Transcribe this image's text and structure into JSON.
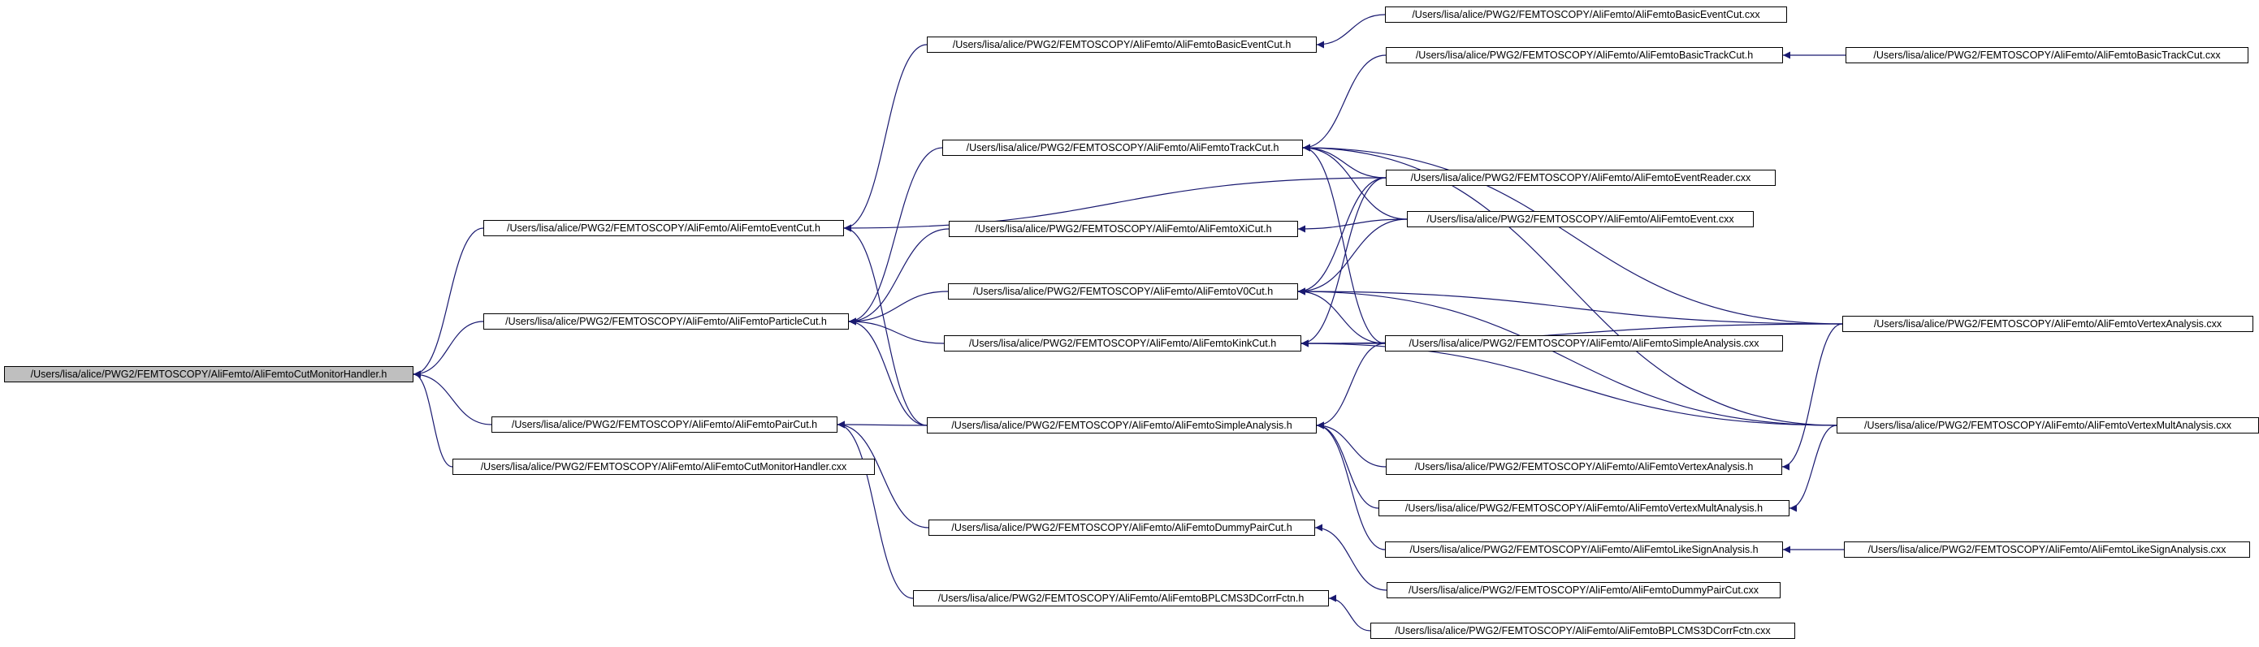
{
  "colors": {
    "edge": "#191970",
    "node_border": "#000000",
    "node_fill": "#ffffff",
    "root_fill": "#bfbfbf"
  },
  "nodes": [
    {
      "id": "cutmon_h",
      "label": "/Users/lisa/alice/PWG2/FEMTOSCOPY/AliFemto/AliFemtoCutMonitorHandler.h",
      "root": true
    },
    {
      "id": "eventcut_h",
      "label": "/Users/lisa/alice/PWG2/FEMTOSCOPY/AliFemto/AliFemtoEventCut.h"
    },
    {
      "id": "particlecut_h",
      "label": "/Users/lisa/alice/PWG2/FEMTOSCOPY/AliFemto/AliFemtoParticleCut.h"
    },
    {
      "id": "paircut_h",
      "label": "/Users/lisa/alice/PWG2/FEMTOSCOPY/AliFemto/AliFemtoPairCut.h"
    },
    {
      "id": "cutmon_cxx",
      "label": "/Users/lisa/alice/PWG2/FEMTOSCOPY/AliFemto/AliFemtoCutMonitorHandler.cxx"
    },
    {
      "id": "basiceventcut_h",
      "label": "/Users/lisa/alice/PWG2/FEMTOSCOPY/AliFemto/AliFemtoBasicEventCut.h"
    },
    {
      "id": "trackcut_h",
      "label": "/Users/lisa/alice/PWG2/FEMTOSCOPY/AliFemto/AliFemtoTrackCut.h"
    },
    {
      "id": "xicut_h",
      "label": "/Users/lisa/alice/PWG2/FEMTOSCOPY/AliFemto/AliFemtoXiCut.h"
    },
    {
      "id": "v0cut_h",
      "label": "/Users/lisa/alice/PWG2/FEMTOSCOPY/AliFemto/AliFemtoV0Cut.h"
    },
    {
      "id": "kinkcut_h",
      "label": "/Users/lisa/alice/PWG2/FEMTOSCOPY/AliFemto/AliFemtoKinkCut.h"
    },
    {
      "id": "simpleanalysis_h",
      "label": "/Users/lisa/alice/PWG2/FEMTOSCOPY/AliFemto/AliFemtoSimpleAnalysis.h"
    },
    {
      "id": "dummypaircut_h",
      "label": "/Users/lisa/alice/PWG2/FEMTOSCOPY/AliFemto/AliFemtoDummyPairCut.h"
    },
    {
      "id": "bplcms_h",
      "label": "/Users/lisa/alice/PWG2/FEMTOSCOPY/AliFemto/AliFemtoBPLCMS3DCorrFctn.h"
    },
    {
      "id": "basiceventcut_cxx",
      "label": "/Users/lisa/alice/PWG2/FEMTOSCOPY/AliFemto/AliFemtoBasicEventCut.cxx"
    },
    {
      "id": "basictrackcut_h",
      "label": "/Users/lisa/alice/PWG2/FEMTOSCOPY/AliFemto/AliFemtoBasicTrackCut.h"
    },
    {
      "id": "eventreader_cxx",
      "label": "/Users/lisa/alice/PWG2/FEMTOSCOPY/AliFemto/AliFemtoEventReader.cxx"
    },
    {
      "id": "event_cxx",
      "label": "/Users/lisa/alice/PWG2/FEMTOSCOPY/AliFemto/AliFemtoEvent.cxx"
    },
    {
      "id": "simpleanalysis_cxx",
      "label": "/Users/lisa/alice/PWG2/FEMTOSCOPY/AliFemto/AliFemtoSimpleAnalysis.cxx"
    },
    {
      "id": "vertexanalysis_h",
      "label": "/Users/lisa/alice/PWG2/FEMTOSCOPY/AliFemto/AliFemtoVertexAnalysis.h"
    },
    {
      "id": "vertexmultanalysis_h",
      "label": "/Users/lisa/alice/PWG2/FEMTOSCOPY/AliFemto/AliFemtoVertexMultAnalysis.h"
    },
    {
      "id": "likesignanalysis_h",
      "label": "/Users/lisa/alice/PWG2/FEMTOSCOPY/AliFemto/AliFemtoLikeSignAnalysis.h"
    },
    {
      "id": "dummypaircut_cxx",
      "label": "/Users/lisa/alice/PWG2/FEMTOSCOPY/AliFemto/AliFemtoDummyPairCut.cxx"
    },
    {
      "id": "bplcms_cxx",
      "label": "/Users/lisa/alice/PWG2/FEMTOSCOPY/AliFemto/AliFemtoBPLCMS3DCorrFctn.cxx"
    },
    {
      "id": "basictrackcut_cxx",
      "label": "/Users/lisa/alice/PWG2/FEMTOSCOPY/AliFemto/AliFemtoBasicTrackCut.cxx"
    },
    {
      "id": "vertexanalysis_cxx",
      "label": "/Users/lisa/alice/PWG2/FEMTOSCOPY/AliFemto/AliFemtoVertexAnalysis.cxx"
    },
    {
      "id": "vertexmultanalysis_cxx",
      "label": "/Users/lisa/alice/PWG2/FEMTOSCOPY/AliFemto/AliFemtoVertexMultAnalysis.cxx"
    },
    {
      "id": "likesignanalysis_cxx",
      "label": "/Users/lisa/alice/PWG2/FEMTOSCOPY/AliFemto/AliFemtoLikeSignAnalysis.cxx"
    }
  ],
  "edges": [
    [
      "eventcut_h",
      "cutmon_h"
    ],
    [
      "particlecut_h",
      "cutmon_h"
    ],
    [
      "paircut_h",
      "cutmon_h"
    ],
    [
      "cutmon_cxx",
      "cutmon_h"
    ],
    [
      "basiceventcut_h",
      "eventcut_h"
    ],
    [
      "eventreader_cxx",
      "eventcut_h"
    ],
    [
      "simpleanalysis_h",
      "eventcut_h"
    ],
    [
      "trackcut_h",
      "particlecut_h"
    ],
    [
      "xicut_h",
      "particlecut_h"
    ],
    [
      "v0cut_h",
      "particlecut_h"
    ],
    [
      "kinkcut_h",
      "particlecut_h"
    ],
    [
      "simpleanalysis_h",
      "particlecut_h"
    ],
    [
      "simpleanalysis_h",
      "paircut_h"
    ],
    [
      "dummypaircut_h",
      "paircut_h"
    ],
    [
      "bplcms_h",
      "paircut_h"
    ],
    [
      "basiceventcut_cxx",
      "basiceventcut_h"
    ],
    [
      "basictrackcut_h",
      "trackcut_h"
    ],
    [
      "eventreader_cxx",
      "trackcut_h"
    ],
    [
      "event_cxx",
      "trackcut_h"
    ],
    [
      "simpleanalysis_cxx",
      "trackcut_h"
    ],
    [
      "vertexanalysis_cxx",
      "trackcut_h"
    ],
    [
      "vertexmultanalysis_cxx",
      "trackcut_h"
    ],
    [
      "event_cxx",
      "xicut_h"
    ],
    [
      "eventreader_cxx",
      "v0cut_h"
    ],
    [
      "event_cxx",
      "v0cut_h"
    ],
    [
      "simpleanalysis_cxx",
      "v0cut_h"
    ],
    [
      "vertexanalysis_cxx",
      "v0cut_h"
    ],
    [
      "vertexmultanalysis_cxx",
      "v0cut_h"
    ],
    [
      "eventreader_cxx",
      "kinkcut_h"
    ],
    [
      "simpleanalysis_cxx",
      "kinkcut_h"
    ],
    [
      "vertexanalysis_cxx",
      "kinkcut_h"
    ],
    [
      "vertexmultanalysis_cxx",
      "kinkcut_h"
    ],
    [
      "simpleanalysis_cxx",
      "simpleanalysis_h"
    ],
    [
      "vertexanalysis_h",
      "simpleanalysis_h"
    ],
    [
      "vertexmultanalysis_h",
      "simpleanalysis_h"
    ],
    [
      "likesignanalysis_h",
      "simpleanalysis_h"
    ],
    [
      "dummypaircut_cxx",
      "dummypaircut_h"
    ],
    [
      "bplcms_cxx",
      "bplcms_h"
    ],
    [
      "basictrackcut_cxx",
      "basictrackcut_h"
    ],
    [
      "vertexanalysis_cxx",
      "vertexanalysis_h"
    ],
    [
      "vertexmultanalysis_cxx",
      "vertexmultanalysis_h"
    ],
    [
      "likesignanalysis_cxx",
      "likesignanalysis_h"
    ]
  ]
}
